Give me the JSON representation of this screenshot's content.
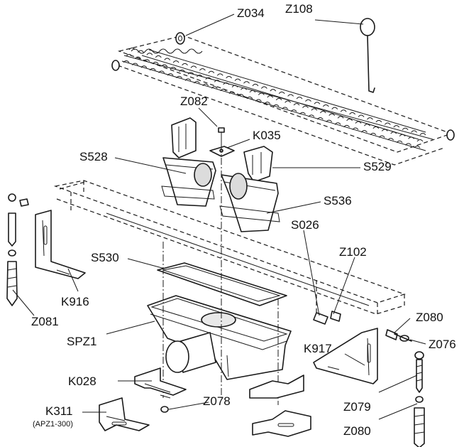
{
  "labels": {
    "z034": "Z034",
    "z108": "Z108",
    "z082": "Z082",
    "k035": "K035",
    "s528": "S528",
    "s529": "S529",
    "s536": "S536",
    "s026": "S026",
    "z102": "Z102",
    "s530": "S530",
    "k916": "K916",
    "z081": "Z081",
    "spz1": "SPZ1",
    "z080_top": "Z080",
    "z076": "Z076",
    "k917": "K917",
    "k028": "K028",
    "z078": "Z078",
    "k311": "K311",
    "k311_sub": "(APZ1-300)",
    "z079": "Z079",
    "z080_bottom": "Z080"
  }
}
